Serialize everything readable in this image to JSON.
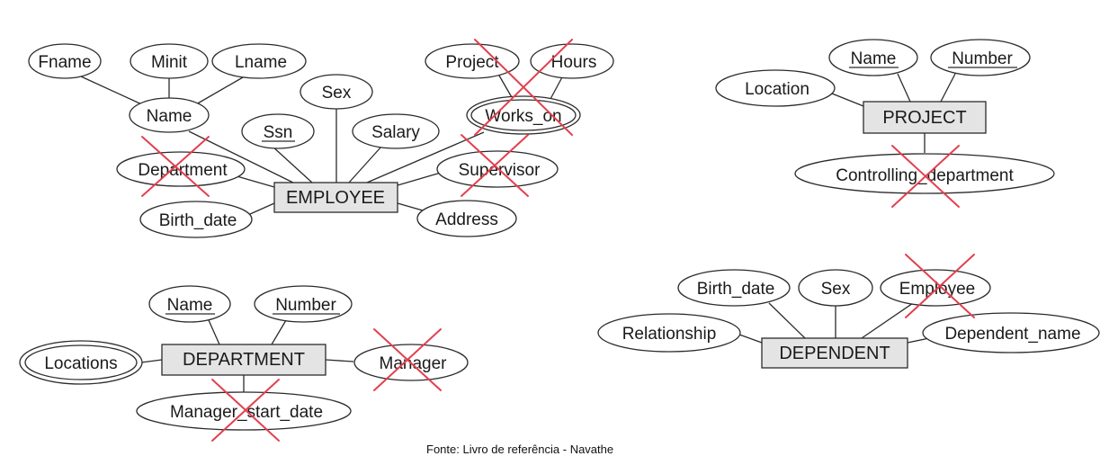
{
  "entities": {
    "employee": "EMPLOYEE",
    "project": "PROJECT",
    "department": "DEPARTMENT",
    "dependent": "DEPENDENT"
  },
  "employee_attributes": {
    "fname": "Fname",
    "minit": "Minit",
    "lname": "Lname",
    "name": "Name",
    "sex": "Sex",
    "ssn": "Ssn",
    "salary": "Salary",
    "project": "Project",
    "hours": "Hours",
    "works_on": "Works_on",
    "department": "Department",
    "supervisor": "Supervisor",
    "birth_date": "Birth_date",
    "address": "Address"
  },
  "project_attributes": {
    "name": "Name",
    "number": "Number",
    "location": "Location",
    "controlling_department": "Controlling_department"
  },
  "department_attributes": {
    "name": "Name",
    "number": "Number",
    "locations": "Locations",
    "manager": "Manager",
    "manager_start_date": "Manager_start_date"
  },
  "dependent_attributes": {
    "birth_date": "Birth_date",
    "sex": "Sex",
    "employee": "Employee",
    "relationship": "Relationship",
    "dependent_name": "Dependent_name"
  },
  "caption": "Fonte: Livro de referência - Navathe",
  "colors": {
    "cross_mark": "#e2404f",
    "entity_fill": "#e4e4e4",
    "stroke": "#2b2b2b"
  }
}
